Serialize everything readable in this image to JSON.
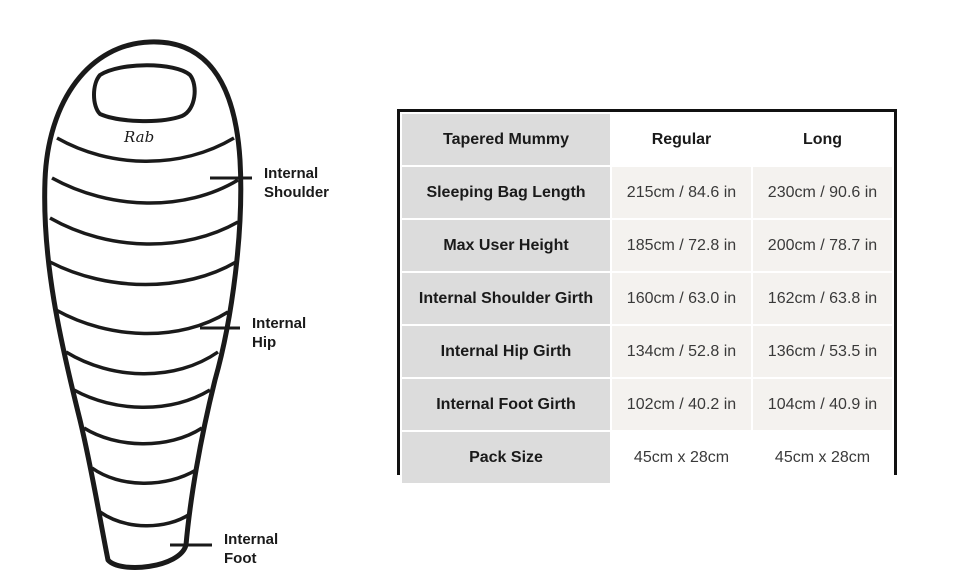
{
  "diagram": {
    "brand": "Rab",
    "callouts": {
      "shoulder": "Internal\nShoulder",
      "hip": "Internal\nHip",
      "foot": "Internal\nFoot"
    }
  },
  "table": {
    "header": {
      "label": "Tapered Mummy",
      "regular": "Regular",
      "long": "Long"
    },
    "rows": [
      {
        "label": "Sleeping Bag Length",
        "regular": "215cm / 84.6 in",
        "long": "230cm / 90.6 in"
      },
      {
        "label": "Max User Height",
        "regular": "185cm / 72.8 in",
        "long": "200cm / 78.7 in"
      },
      {
        "label": "Internal Shoulder Girth",
        "regular": "160cm / 63.0 in",
        "long": "162cm / 63.8 in"
      },
      {
        "label": "Internal Hip Girth",
        "regular": "134cm / 52.8 in",
        "long": "136cm / 53.5 in"
      },
      {
        "label": "Internal Foot Girth",
        "regular": "102cm / 40.2 in",
        "long": "104cm / 40.9 in"
      },
      {
        "label": "Pack Size",
        "regular": "45cm x 28cm",
        "long": "45cm x 28cm"
      }
    ]
  }
}
